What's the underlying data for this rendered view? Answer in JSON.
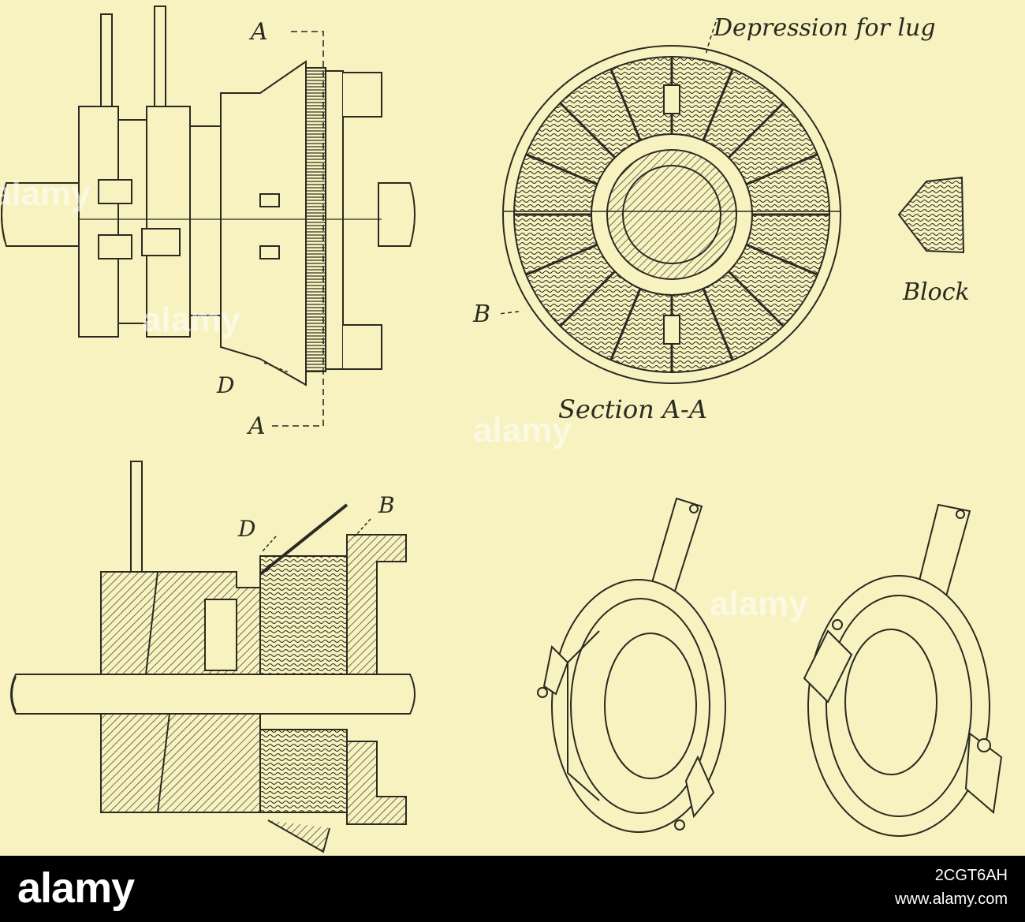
{
  "labels": {
    "section_a_top": "A",
    "section_a_bottom": "A",
    "label_d_top": "D",
    "label_b_circle": "B",
    "depression": "Depression for lug",
    "block": "Block",
    "section_caption": "Section A-A",
    "label_d_bottom": "D",
    "label_b_bottom": "B"
  },
  "watermark": {
    "text": "alamy"
  },
  "footer": {
    "brand": "alamy",
    "image_id": "2CGT6AH",
    "url": "www.alamy.com"
  },
  "colors": {
    "paper": "#f7f2bf",
    "ink": "#2a2a22",
    "footer": "#000000"
  }
}
